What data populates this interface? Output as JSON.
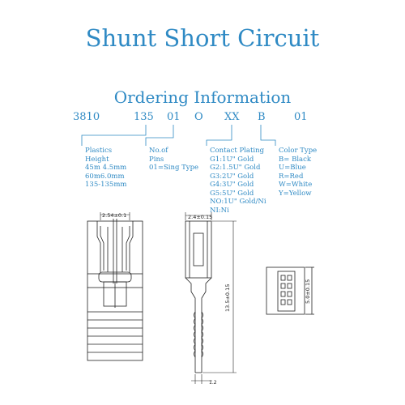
{
  "title": "Shunt Short Circuit",
  "subtitle": "Ordering Information",
  "code_parts": [
    "3810",
    "135",
    "01",
    "O",
    "XX",
    "B",
    "01"
  ],
  "descriptions": {
    "plastics": [
      "Plastics",
      "Height",
      "45m 4.5mm",
      "60m6.0mm",
      "135-135mm"
    ],
    "pins": [
      "No.of",
      "Pins",
      "01=Sing Type"
    ],
    "plating": [
      "Contact Plating",
      "G1:1U\" Gold",
      "G2:1.5U\" Gold",
      "G3:2U\" Gold",
      "G4:3U\" Gold",
      "G5:5U\" Gold",
      "NO:1U\" Gold/Ni",
      "NI:Ni"
    ],
    "color": [
      "Color Type",
      "B= Black",
      "U=Blue",
      "R=Red",
      "W=White",
      "Y=Yellow"
    ]
  },
  "dimensions": {
    "pitch": "2.54±0.1",
    "width": "2.4±0.15",
    "height": "13.5±0.15",
    "pin_width": "1.2",
    "side_height": "5.0±0.15"
  },
  "colors": {
    "accent": "#2f8ac4",
    "drawing": "#222222"
  }
}
